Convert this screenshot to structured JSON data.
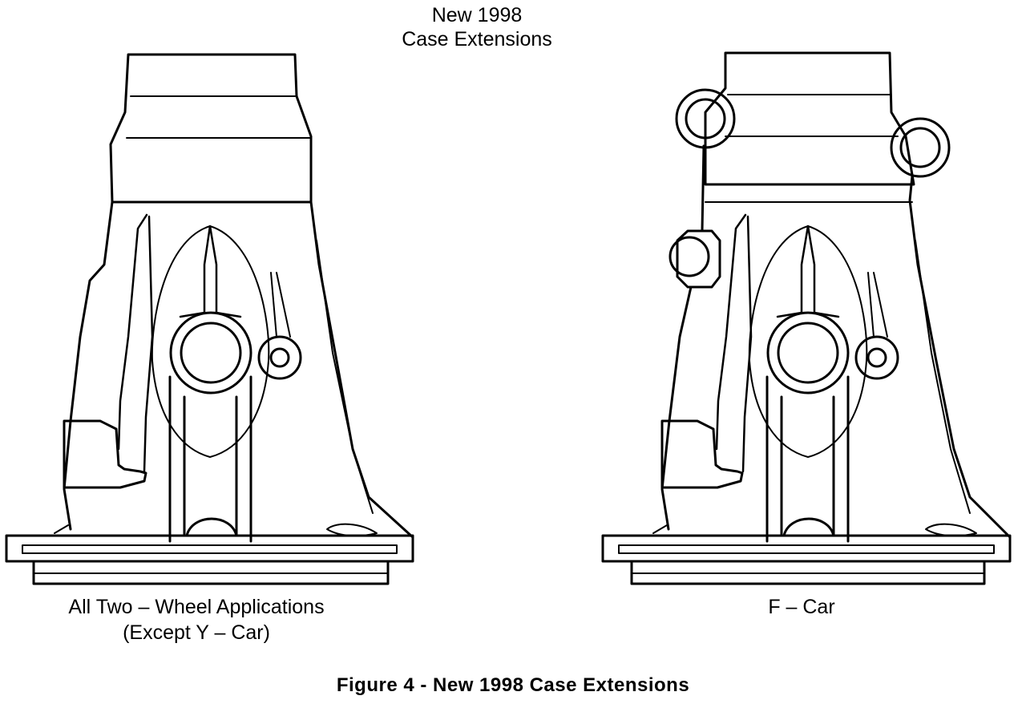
{
  "header": {
    "line1": "New 1998",
    "line2": "Case Extensions"
  },
  "left_part": {
    "caption_line1": "All Two – Wheel Applications",
    "caption_line2": "(Except Y – Car)"
  },
  "right_part": {
    "caption": "F – Car"
  },
  "figure_caption": "Figure 4 - New 1998 Case Extensions"
}
